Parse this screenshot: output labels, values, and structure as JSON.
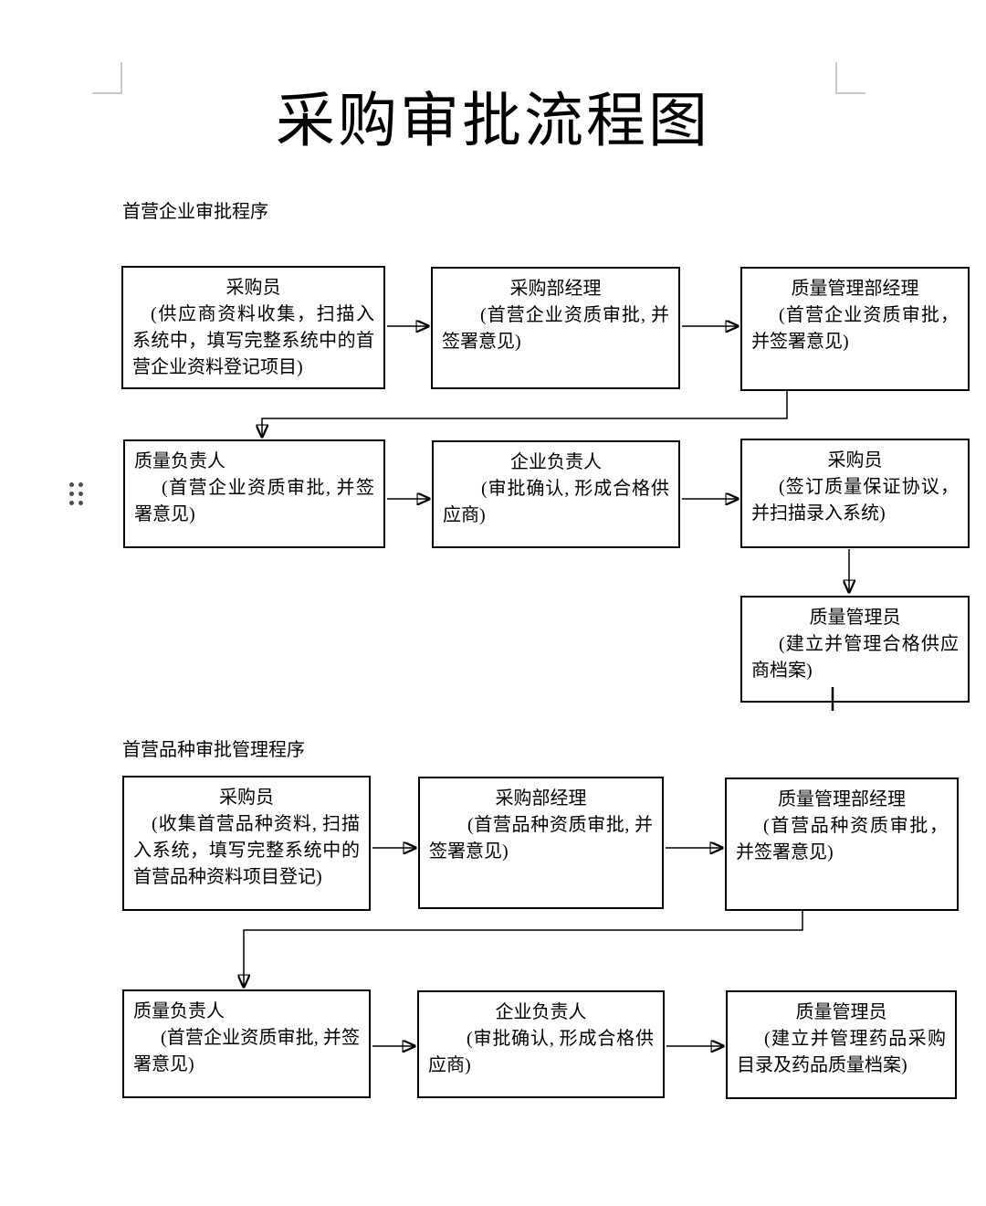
{
  "document": {
    "title": "采购审批流程图"
  },
  "colors": {
    "line": "#000000",
    "box_border": "#000000",
    "corner_mark": "#c9c9c9",
    "drag_dots": "#4d4d4d"
  },
  "icons": {
    "drag_handle": "drag-handle-dots"
  },
  "sections": [
    {
      "label": "首营企业审批程序",
      "boxes": [
        {
          "title": "采购员",
          "body": "(供应商资料收集，扫描入系统中，填写完整系统中的首营企业资料登记项目)"
        },
        {
          "title": "采购部经理",
          "body": "(首营企业资质审批, 并签署意见)"
        },
        {
          "title": "质量管理部经理",
          "body": "(首营企业资质审批，并签署意见)"
        },
        {
          "title": "质量负责人",
          "body": "(首营企业资质审批, 并签署意见)"
        },
        {
          "title": "企业负责人",
          "body": "(审批确认, 形成合格供应商)"
        },
        {
          "title": "采购员",
          "body": "(签订质量保证协议，并扫描录入系统)"
        },
        {
          "title": "质量管理员",
          "body": "(建立并管理合格供应商档案)"
        }
      ]
    },
    {
      "label": "首营品种审批管理程序",
      "boxes": [
        {
          "title": "采购员",
          "body": "(收集首营品种资料, 扫描入系统，填写完整系统中的首营品种资料项目登记)"
        },
        {
          "title": "采购部经理",
          "body": "(首营品种资质审批, 并签署意见)"
        },
        {
          "title": "质量管理部经理",
          "body": "(首营品种资质审批，并签署意见)"
        },
        {
          "title": "质量负责人",
          "body": "(首营企业资质审批, 并签署意见)"
        },
        {
          "title": "企业负责人",
          "body": "(审批确认, 形成合格供应商)"
        },
        {
          "title": "质量管理员",
          "body": "(建立并管理药品采购目录及药品质量档案)"
        }
      ]
    }
  ]
}
